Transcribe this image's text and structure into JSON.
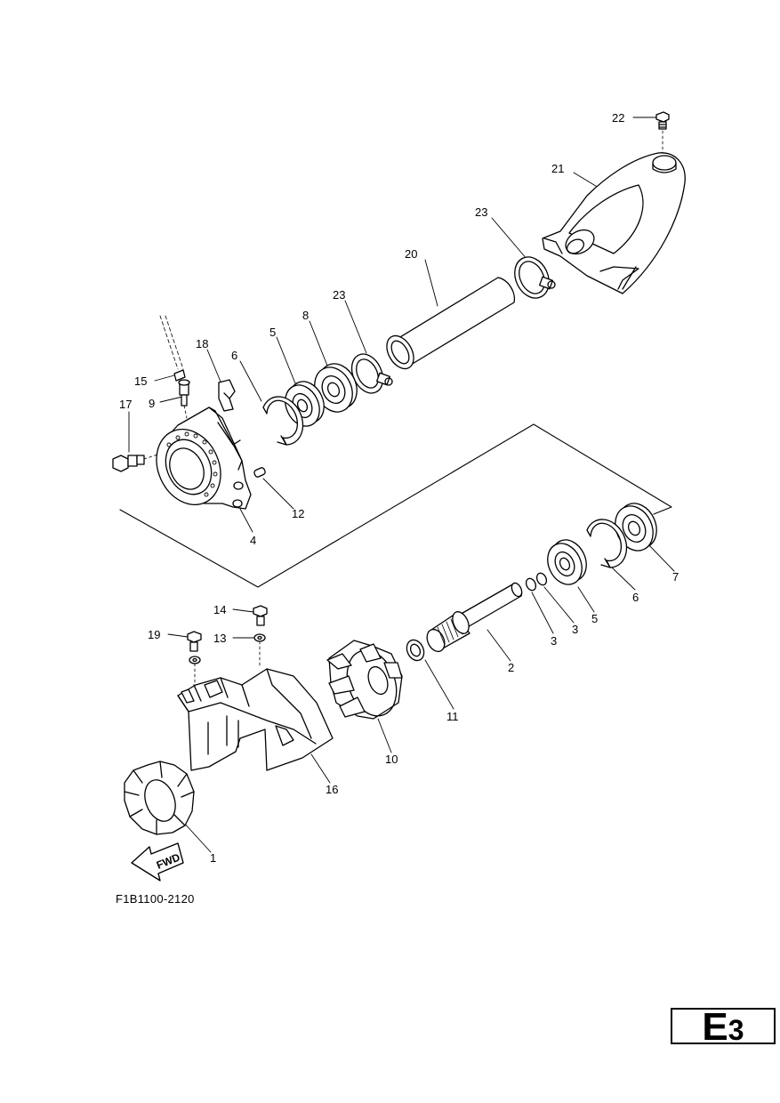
{
  "diagram": {
    "reference_code": "F1B1100-2120",
    "page_badge": {
      "letter": "E",
      "number": "3"
    },
    "direction_arrow": "FWD",
    "callouts": {
      "c1": "1",
      "c2": "2",
      "c3a": "3",
      "c3b": "3",
      "c4": "4",
      "c5a": "5",
      "c5b": "5",
      "c6a": "6",
      "c6b": "6",
      "c7": "7",
      "c8": "8",
      "c9": "9",
      "c10": "10",
      "c11": "11",
      "c12": "12",
      "c13": "13",
      "c14": "14",
      "c15": "15",
      "c16": "16",
      "c17": "17",
      "c18": "18",
      "c19": "19",
      "c20": "20",
      "c21": "21",
      "c22": "22",
      "c23a": "23",
      "c23b": "23"
    }
  }
}
